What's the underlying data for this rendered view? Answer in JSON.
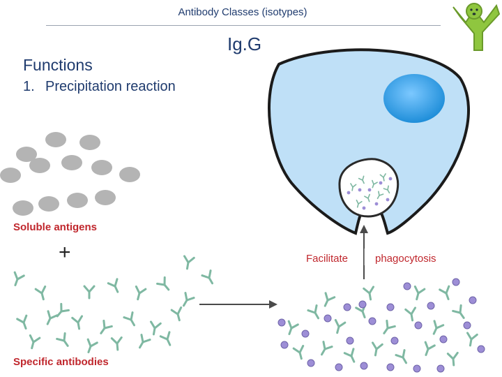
{
  "header": {
    "title": "Antibody Classes (isotypes)"
  },
  "subtitle": "Ig.G",
  "content": {
    "heading": "Functions",
    "list": [
      {
        "number": "1.",
        "text": "Precipitation reaction"
      }
    ]
  },
  "labels": {
    "soluble_antigens": "Soluble antigens",
    "plus": "+",
    "specific_antibodies": "Specific antibodies",
    "facilitate": "Facilitate",
    "phagocytosis": "phagocytosis"
  },
  "colors": {
    "title_text": "#1f3b6e",
    "label_red": "#c0272d",
    "antigen_gray": "#b4b4b4",
    "antibody_green": "#7fb8a2",
    "complex_purple": "#9d8ed6",
    "cell_fill": "#bfe0f7",
    "cell_stroke": "#1b1b1b",
    "nucleus_blue": "#2a9ee5",
    "mascot_green": "#8fc63f"
  },
  "icons": {
    "mascot": "mascot-logo-icon",
    "arrow_right": "arrow-right-icon",
    "arrow_up": "arrow-up-icon"
  }
}
